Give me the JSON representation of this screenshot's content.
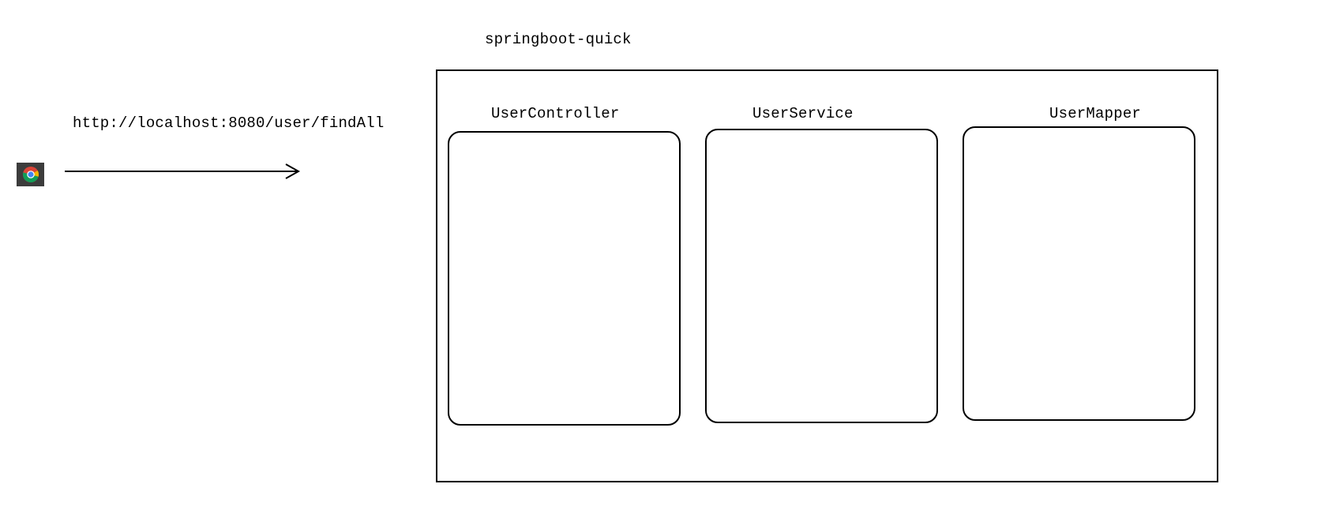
{
  "request": {
    "url": "http://localhost:8080/user/findAll",
    "client_icon": "chrome-browser-icon"
  },
  "app": {
    "title": "springboot-quick",
    "layers": [
      {
        "label": "UserController"
      },
      {
        "label": "UserService"
      },
      {
        "label": "UserMapper"
      }
    ]
  }
}
